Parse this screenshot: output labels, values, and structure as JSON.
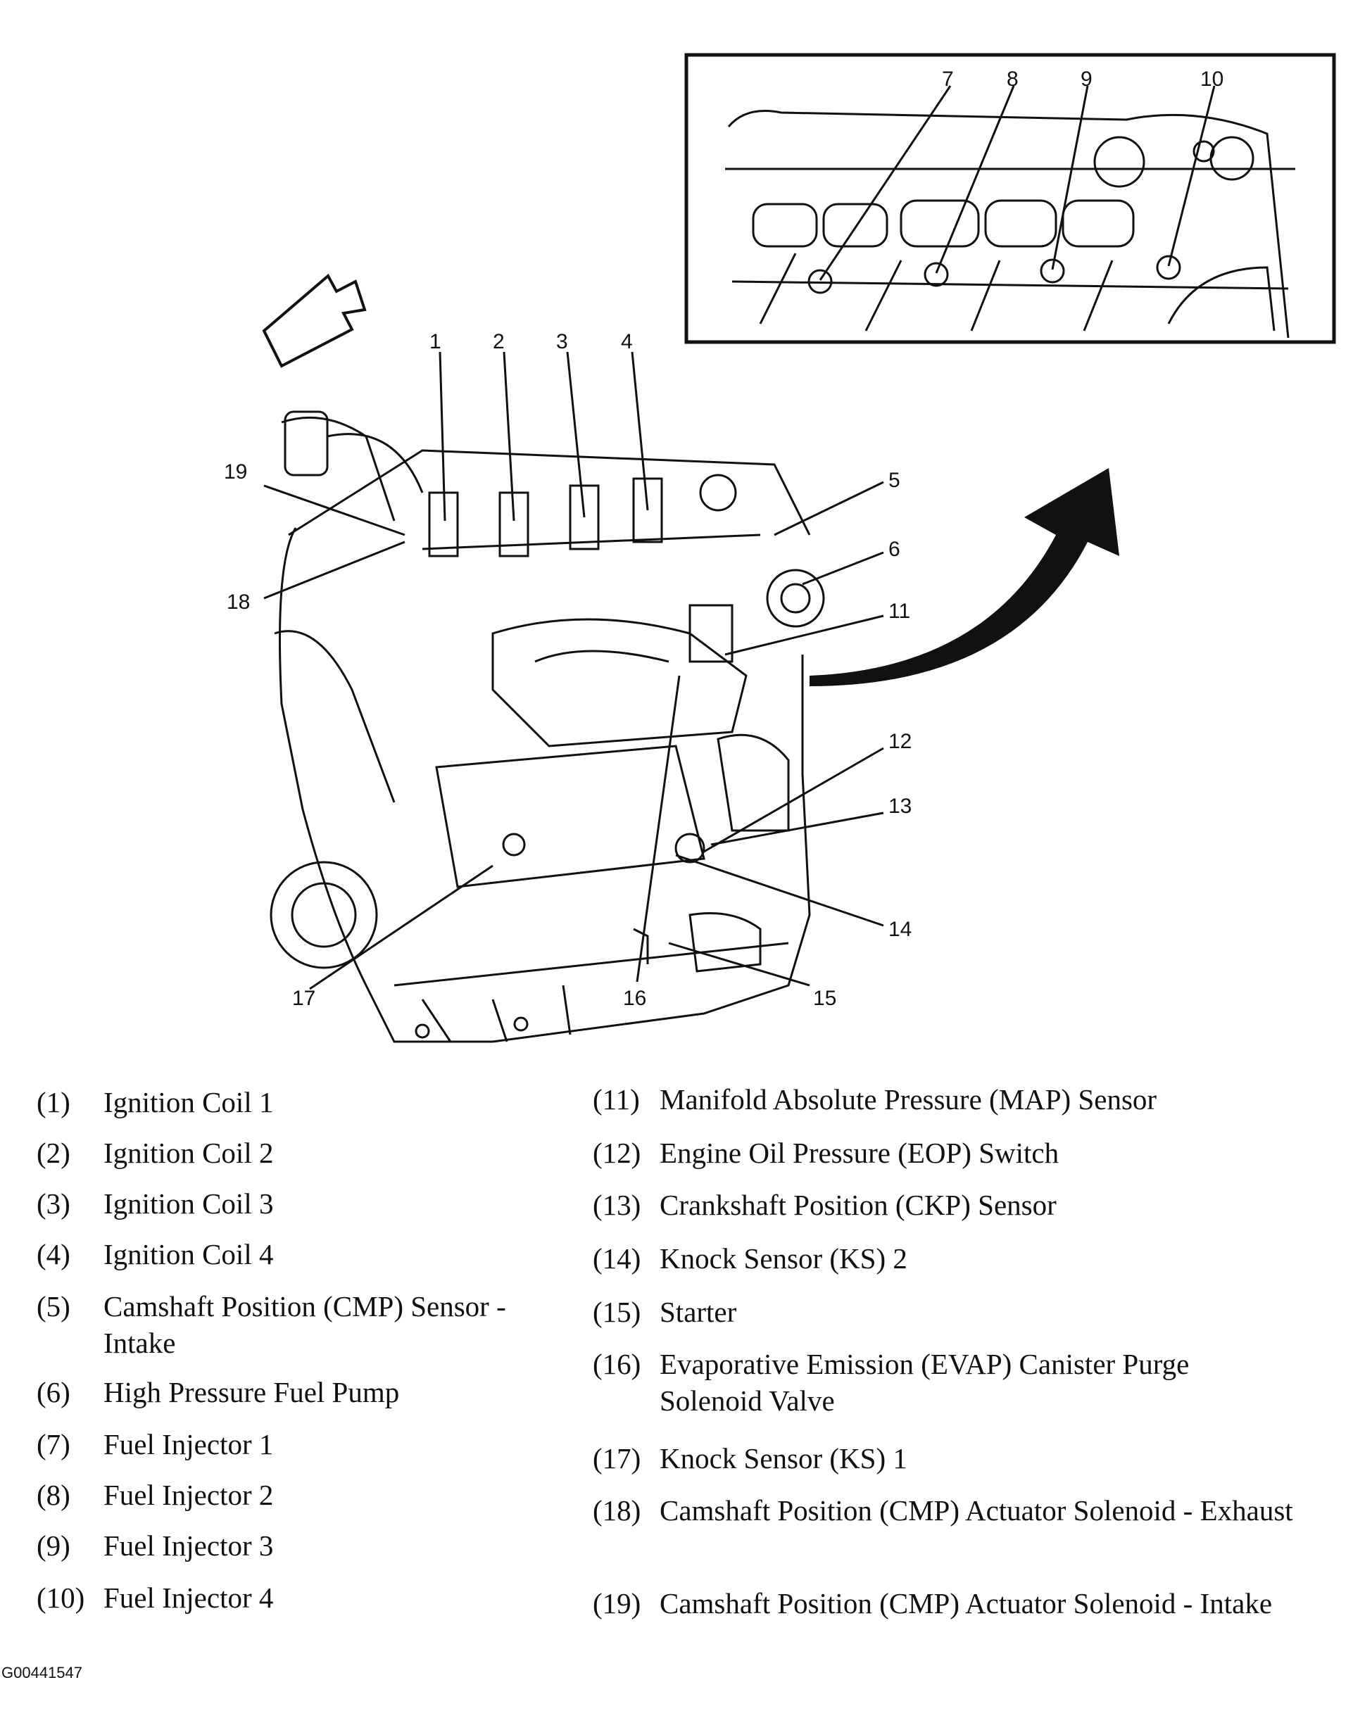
{
  "callouts": [
    "1",
    "2",
    "3",
    "4",
    "5",
    "6",
    "7",
    "8",
    "9",
    "10",
    "11",
    "12",
    "13",
    "14",
    "15",
    "16",
    "17",
    "18",
    "19"
  ],
  "legend": [
    {
      "num": "(1)",
      "text": "Ignition Coil 1"
    },
    {
      "num": "(2)",
      "text": "Ignition Coil 2"
    },
    {
      "num": "(3)",
      "text": "Ignition Coil 3"
    },
    {
      "num": "(4)",
      "text": "Ignition Coil 4"
    },
    {
      "num": "(5)",
      "text": "Camshaft Position (CMP) Sensor - Intake"
    },
    {
      "num": "(6)",
      "text": "High Pressure Fuel Pump"
    },
    {
      "num": "(7)",
      "text": "Fuel Injector 1"
    },
    {
      "num": "(8)",
      "text": "Fuel Injector 2"
    },
    {
      "num": "(9)",
      "text": "Fuel Injector 3"
    },
    {
      "num": "(10)",
      "text": "Fuel Injector 4"
    },
    {
      "num": "(11)",
      "text": "Manifold Absolute Pressure (MAP) Sensor"
    },
    {
      "num": "(12)",
      "text": "Engine Oil Pressure (EOP) Switch"
    },
    {
      "num": "(13)",
      "text": "Crankshaft Position (CKP) Sensor"
    },
    {
      "num": "(14)",
      "text": "Knock Sensor (KS) 2"
    },
    {
      "num": "(15)",
      "text": "Starter"
    },
    {
      "num": "(16)",
      "text": "Evaporative Emission (EVAP) Canister Purge Solenoid Valve"
    },
    {
      "num": "(17)",
      "text": "Knock Sensor (KS) 1"
    },
    {
      "num": "(18)",
      "text": "Camshaft Position (CMP) Actuator Solenoid - Exhaust"
    },
    {
      "num": "(19)",
      "text": "Camshaft Position (CMP) Actuator Solenoid - Intake"
    }
  ],
  "figure_id": "G00441547"
}
